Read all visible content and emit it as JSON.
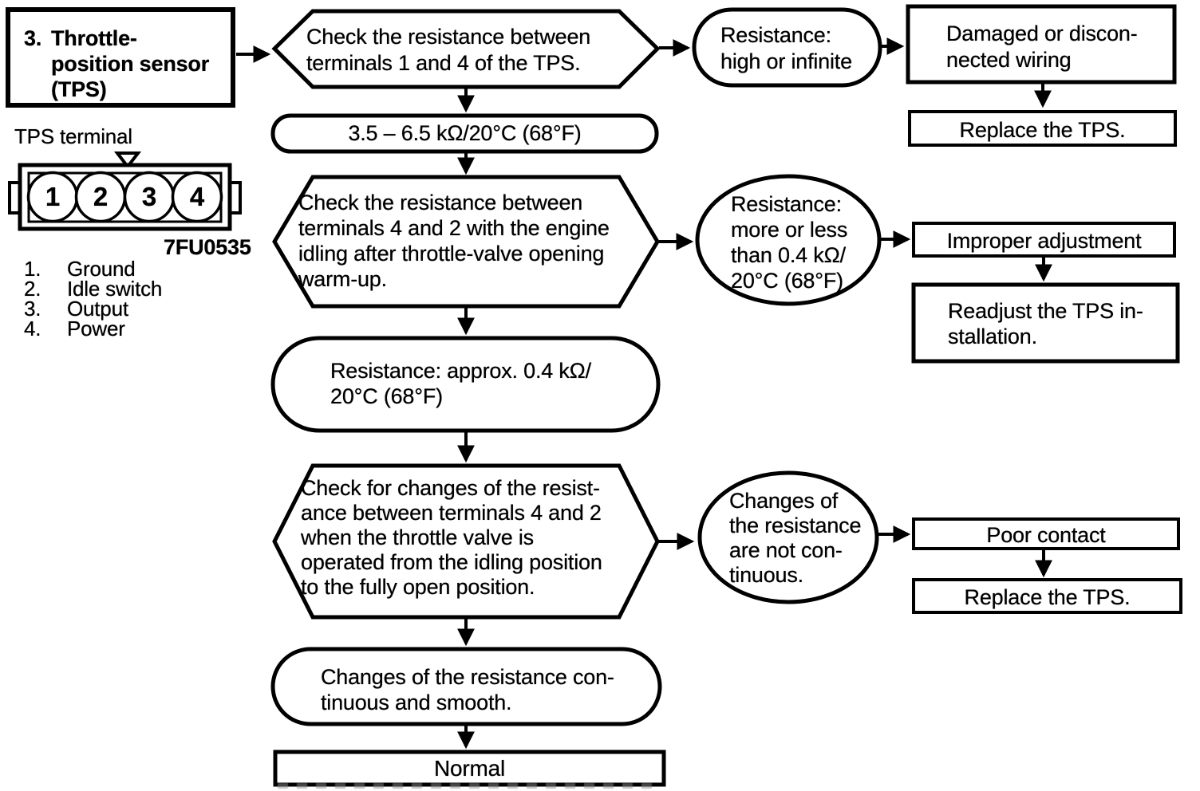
{
  "page": {
    "paper_color": "#ffffff",
    "ink_color": "#000000"
  },
  "header": {
    "number": "3.",
    "lines": [
      "Throttle-",
      "position sensor",
      "(TPS)"
    ]
  },
  "connector": {
    "caption": "TPS terminal",
    "code": "7FU0535",
    "pins": [
      "1",
      "2",
      "3",
      "4"
    ],
    "legend": [
      {
        "num": "1.",
        "label": "Ground"
      },
      {
        "num": "2.",
        "label": "Idle switch"
      },
      {
        "num": "3.",
        "label": "Output"
      },
      {
        "num": "4.",
        "label": "Power"
      }
    ]
  },
  "flow": {
    "q1": {
      "lines": [
        "Check the resistance between",
        "terminals 1 and 4 of the TPS."
      ]
    },
    "r1": {
      "lines": [
        "Resistance:",
        "high or infinite"
      ]
    },
    "c1": {
      "lines": [
        "Damaged or discon-",
        "nected wiring"
      ]
    },
    "a1": {
      "text": "Replace the TPS."
    },
    "s1": {
      "text": "3.5 – 6.5 kΩ/20°C (68°F)"
    },
    "q2": {
      "lines": [
        "Check the resistance between",
        "terminals 4 and 2 with the engine",
        "idling after throttle-valve opening",
        "warm-up."
      ]
    },
    "r2": {
      "lines": [
        "Resistance:",
        "more or less",
        "than 0.4 kΩ/",
        "20°C (68°F)"
      ]
    },
    "c2": {
      "text": "Improper adjustment"
    },
    "a2": {
      "lines": [
        "Readjust the TPS in-",
        "stallation."
      ]
    },
    "s2": {
      "lines": [
        "Resistance: approx. 0.4 kΩ/",
        "20°C (68°F)"
      ]
    },
    "q3": {
      "lines": [
        "Check for changes of the resist-",
        "ance between terminals 4 and 2",
        "when the throttle valve is",
        "operated from the idling position",
        "to the fully open position."
      ]
    },
    "r3": {
      "lines": [
        "Changes of",
        "the resistance",
        "are not con-",
        "tinuous."
      ]
    },
    "c3": {
      "text": "Poor contact"
    },
    "a3": {
      "text": "Replace the TPS."
    },
    "s3": {
      "lines": [
        "Changes of the resistance con-",
        "tinuous and smooth."
      ]
    },
    "end": {
      "text": "Normal"
    }
  }
}
